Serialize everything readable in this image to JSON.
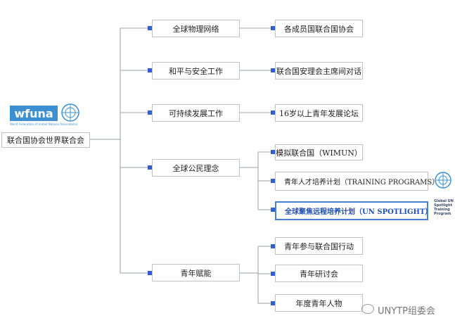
{
  "root": {
    "logo_text": "wfuna",
    "logo_subtitle": "World Federation of United Nations Associations",
    "label": "联合国协会世界联合会"
  },
  "branches": [
    {
      "label": "全球物理网络",
      "children": [
        "各成员国联合国协会"
      ]
    },
    {
      "label": "和平与安全工作",
      "children": [
        "联合国安理会主席间对话"
      ]
    },
    {
      "label": "可持续发展工作",
      "children": [
        "16岁以上青年发展论坛"
      ]
    },
    {
      "label": "全球公民理念",
      "children": [
        "模拟联合国（WIMUN）",
        "青年人才培养计划（TRAINING PROGRAMS）",
        "全球聚焦远程培养计划（UN SPOTLIGHT）"
      ]
    },
    {
      "label": "青年赋能",
      "children": [
        "青年参与联合国行动",
        "青年研讨会",
        "年度青年人物"
      ]
    }
  ],
  "side_logo": {
    "caption": "Global UN Spotlight Training Program"
  },
  "watermark": "UNYTP组委会"
}
